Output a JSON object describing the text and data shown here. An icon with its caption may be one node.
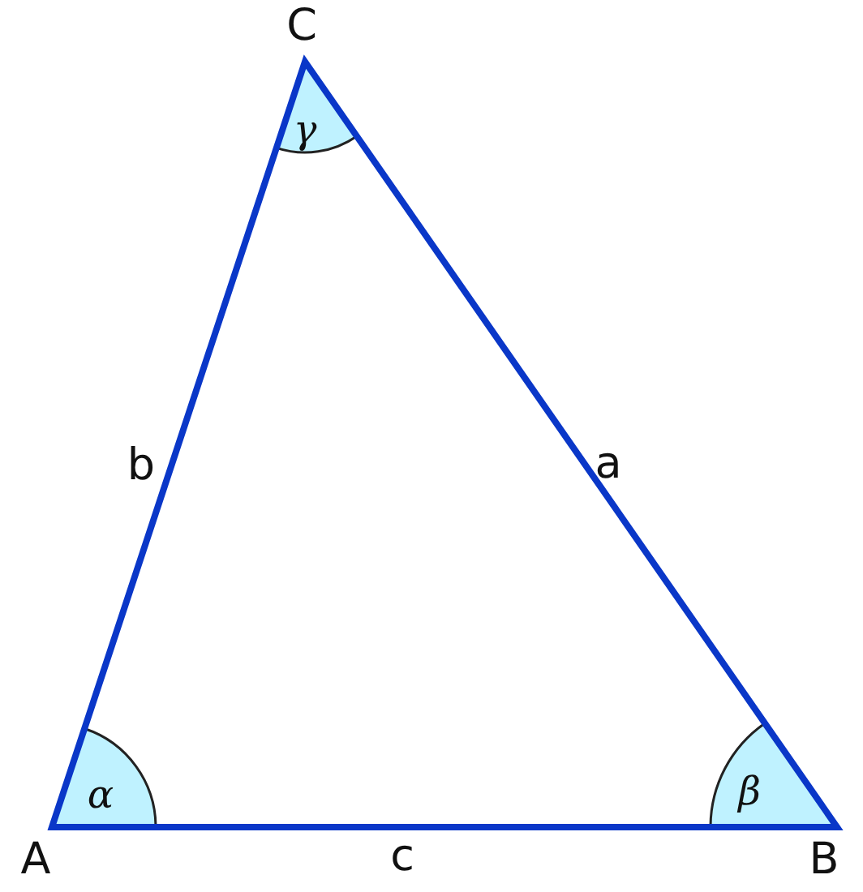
{
  "diagram": {
    "labels": [
      "C",
      "γ",
      "b",
      "a",
      "α",
      "β",
      "A",
      "c",
      "B"
    ]
  }
}
